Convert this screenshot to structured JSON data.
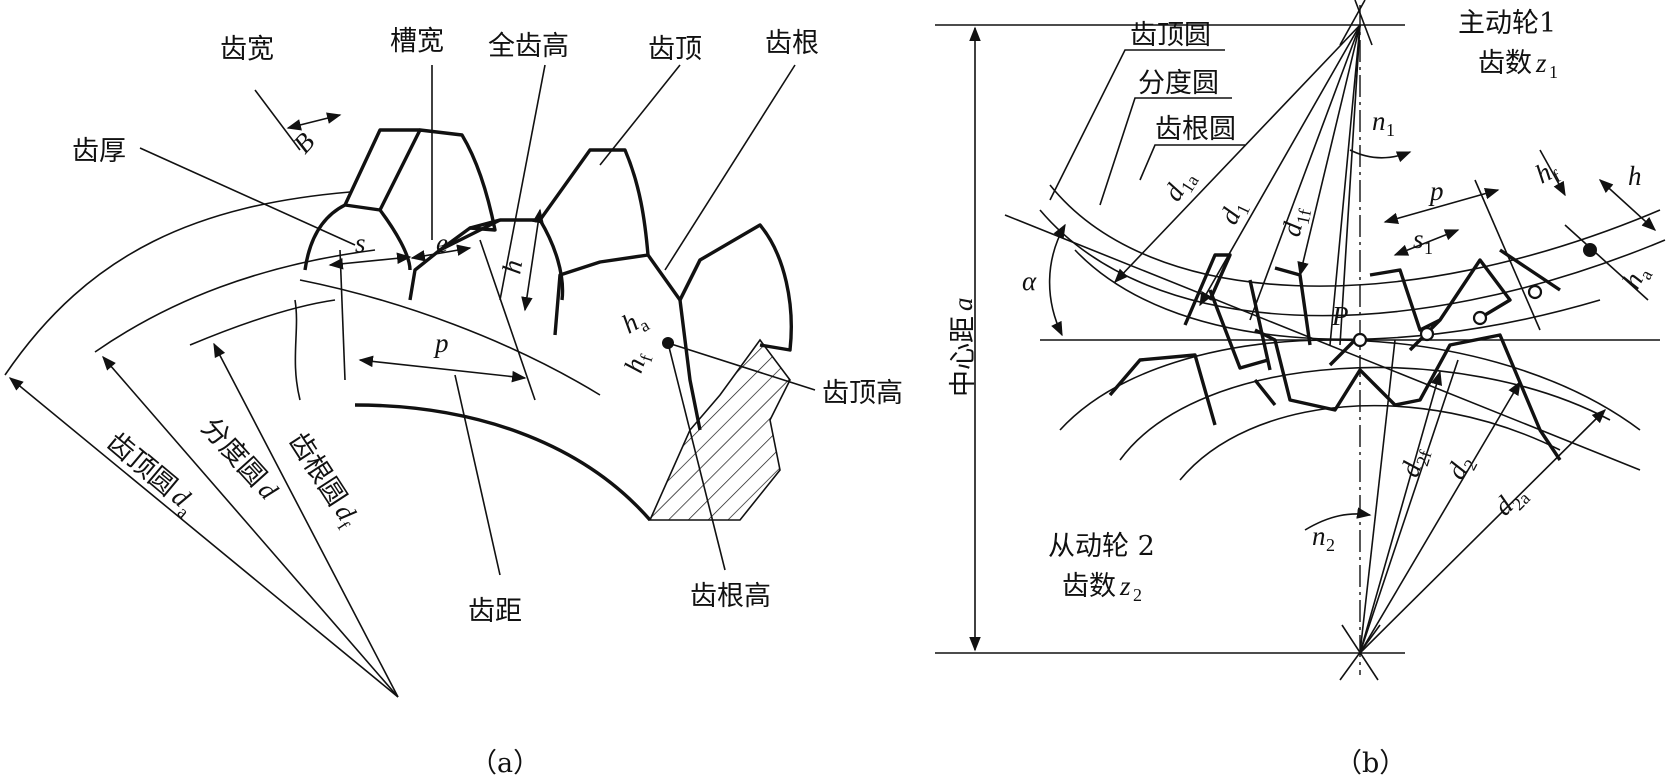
{
  "panel_a": {
    "caption": "（a）",
    "labels": {
      "tooth_width": "齿宽",
      "slot_width": "槽宽",
      "full_depth": "全齿高",
      "tooth_top": "齿顶",
      "tooth_root": "齿根",
      "tooth_thickness": "齿厚",
      "addendum": "齿顶高",
      "pitch": "齿距",
      "dedendum": "齿根高",
      "tip_circle": "齿顶圆",
      "pitch_circle": "分度圆",
      "root_circle": "齿根圆"
    },
    "symbols": {
      "B": "B",
      "s": "s",
      "e": "e",
      "h": "h",
      "p": "p",
      "h_f": "h",
      "h_f_sub": "f",
      "h_a": "h",
      "h_a_sub": "a",
      "d_a": "d",
      "d_a_sub": "a",
      "d": "d",
      "d_f": "d",
      "d_f_sub": "f"
    }
  },
  "panel_b": {
    "caption": "（b）",
    "labels": {
      "driver": "主动轮1",
      "driver_teeth": "齿数",
      "tip_circle": "齿顶圆",
      "pitch_circle": "分度圆",
      "root_circle": "齿根圆",
      "center_distance": "中心距",
      "driven": "从动轮 2",
      "driven_teeth": "齿数"
    },
    "symbols": {
      "z1": "z",
      "z1_sub": "1",
      "z2": "z",
      "z2_sub": "2",
      "n1": "n",
      "n1_sub": "1",
      "n2": "n",
      "n2_sub": "2",
      "d1a": "d",
      "d1a_sub": "1a",
      "d1": "d",
      "d1_sub": "1",
      "d1f": "d",
      "d1f_sub": "1f",
      "p": "p",
      "s1": "s",
      "s1_sub": "1",
      "hf": "h",
      "hf_sub": "f",
      "h": "h",
      "ha": "h",
      "ha_sub": "a",
      "alpha": "α",
      "P": "P",
      "a": "a",
      "d2f": "d",
      "d2f_sub": "2f",
      "d2": "d",
      "d2_sub": "2",
      "d2a": "d",
      "d2a_sub": "2a"
    }
  }
}
